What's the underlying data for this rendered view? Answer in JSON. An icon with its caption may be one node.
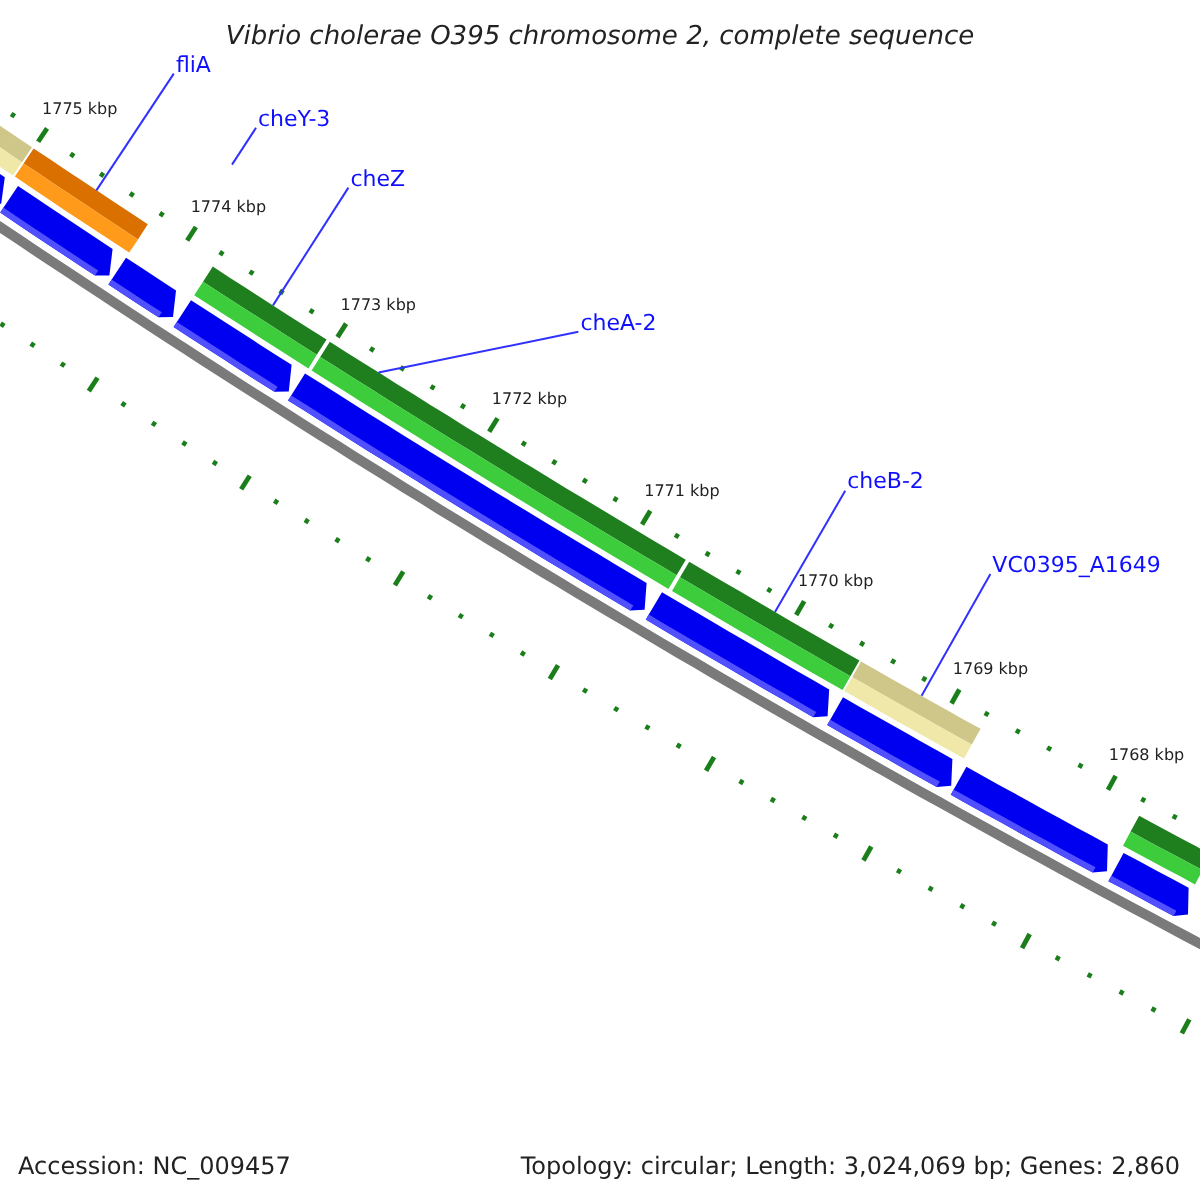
{
  "diagram": {
    "title": "Vibrio cholerae O395 chromosome 2, complete sequence",
    "nodes": [
      {
        "text": [
          "fliA"
        ]
      },
      {
        "text": [
          "cheY-3"
        ]
      },
      {
        "text": [
          "cheZ"
        ]
      },
      {
        "text": [
          "cheA-2"
        ]
      },
      {
        "text": [
          "cheB-2"
        ]
      },
      {
        "text": [
          "VC0395_A1649"
        ]
      },
      {
        "text": [],
        "shape": "bar"
      },
      {
        "text": [],
        "shape": "bar"
      },
      {
        "text": [],
        "shape": "bar"
      },
      {
        "text": [],
        "shape": "bar"
      },
      {
        "text": [],
        "shape": "bar"
      },
      {
        "text": [],
        "shape": "bar"
      },
      {
        "text": [],
        "shape": "bar"
      },
      {
        "text": [],
        "shape": "bar"
      },
      {
        "text": [],
        "shape": "bar"
      },
      {
        "text": [],
        "shape": "bar"
      },
      {
        "text": [],
        "shape": "bar"
      },
      {
        "text": [],
        "shape": "bar"
      },
      {
        "text": [],
        "shape": "bar"
      },
      {
        "text": [],
        "shape": "bar"
      },
      {
        "text": [],
        "shape": "bar"
      },
      {
        "text": [],
        "shape": "bar"
      }
    ],
    "edges": [
      {
        "from": 0,
        "to": 7,
        "arrow": "none"
      },
      {
        "from": 1,
        "to": null,
        "arrow": "none"
      },
      {
        "from": 2,
        "to": 8,
        "arrow": "none"
      },
      {
        "from": 3,
        "to": 9,
        "arrow": "none"
      },
      {
        "from": 4,
        "to": 10,
        "arrow": "none"
      },
      {
        "from": 5,
        "to": 11,
        "arrow": "none"
      }
    ],
    "labels": [
      "1775 kbp",
      "1774 kbp",
      "1773 kbp",
      "1772 kbp",
      "1771 kbp",
      "1770 kbp",
      "1769 kbp",
      "1768 kbp",
      "Accession: NC_009457",
      "Topology: circular; Length: 3,024,069 bp; Genes: 2,860"
    ]
  }
}
